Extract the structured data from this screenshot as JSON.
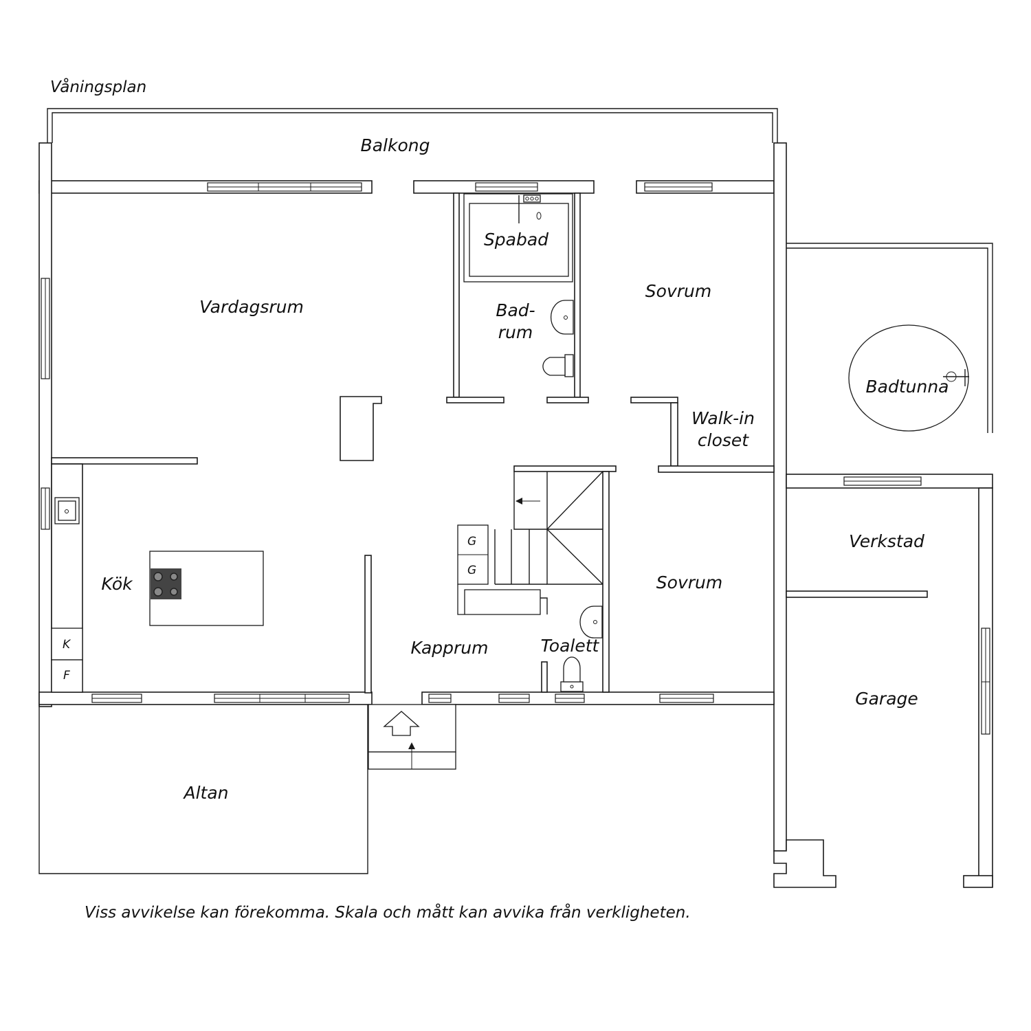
{
  "plan": {
    "title": "Våningsplan",
    "disclaimer": "Viss avvikelse kan förekomma. Skala och mått kan avvika från verkligheten.",
    "rooms": {
      "balkong": "Balkong",
      "vardagsrum": "Vardagsrum",
      "spabad": "Spabad",
      "badrum_line1": "Bad-",
      "badrum_line2": "rum",
      "sovrum_upper": "Sovrum",
      "walkin_line1": "Walk-in",
      "walkin_line2": "closet",
      "badtunna": "Badtunna",
      "kok": "Kök",
      "verkstad": "Verkstad",
      "sovrum_lower": "Sovrum",
      "kapprum": "Kapprum",
      "toalett": "Toalett",
      "garage": "Garage",
      "altan": "Altan"
    },
    "appliances": {
      "fridge_k": "K",
      "freezer_f": "F",
      "g1": "G",
      "g2": "G"
    },
    "colors": {
      "line": "#1a1a1a",
      "background": "#ffffff",
      "stove": "#444444"
    }
  }
}
